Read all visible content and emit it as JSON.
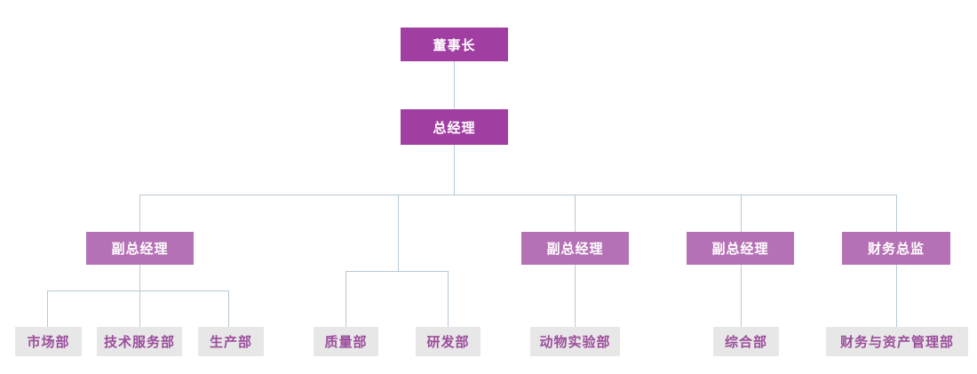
{
  "org_chart": {
    "nodes": {
      "chairman": {
        "label": "董事长",
        "level": "executive"
      },
      "general_manager": {
        "label": "总经理",
        "level": "executive"
      },
      "vice_gm_1": {
        "label": "副总经理",
        "level": "manager"
      },
      "vice_gm_2": {
        "label": "副总经理",
        "level": "manager"
      },
      "vice_gm_3": {
        "label": "副总经理",
        "level": "manager"
      },
      "finance_director": {
        "label": "财务总监",
        "level": "manager"
      },
      "marketing_dept": {
        "label": "市场部",
        "level": "department"
      },
      "tech_service_dept": {
        "label": "技术服务部",
        "level": "department"
      },
      "production_dept": {
        "label": "生产部",
        "level": "department"
      },
      "quality_dept": {
        "label": "质量部",
        "level": "department"
      },
      "rnd_dept": {
        "label": "研发部",
        "level": "department"
      },
      "animal_lab_dept": {
        "label": "动物实验部",
        "level": "department"
      },
      "general_affairs_dept": {
        "label": "综合部",
        "level": "department"
      },
      "finance_asset_dept": {
        "label": "财务与资产管理部",
        "level": "department"
      }
    },
    "hierarchy": [
      {
        "parent": "chairman",
        "children": [
          "general_manager"
        ]
      },
      {
        "parent": "general_manager",
        "children": [
          "vice_gm_1",
          "unlabeled_branch",
          "vice_gm_2",
          "vice_gm_3",
          "finance_director"
        ]
      },
      {
        "parent": "vice_gm_1",
        "children": [
          "marketing_dept",
          "tech_service_dept",
          "production_dept"
        ]
      },
      {
        "parent": "unlabeled_branch",
        "children": [
          "quality_dept",
          "rnd_dept"
        ]
      },
      {
        "parent": "vice_gm_2",
        "children": [
          "animal_lab_dept"
        ]
      },
      {
        "parent": "vice_gm_3",
        "children": [
          "general_affairs_dept"
        ]
      },
      {
        "parent": "finance_director",
        "children": [
          "finance_asset_dept"
        ]
      }
    ],
    "colors": {
      "executive_box": "#a13ea1",
      "manager_box": "#b571b5",
      "department_box": "#e7e7e7",
      "department_text": "#9b4d9b",
      "box_text": "#ffffff",
      "connector": "#b7c9d5",
      "background": "#ffffff"
    }
  }
}
